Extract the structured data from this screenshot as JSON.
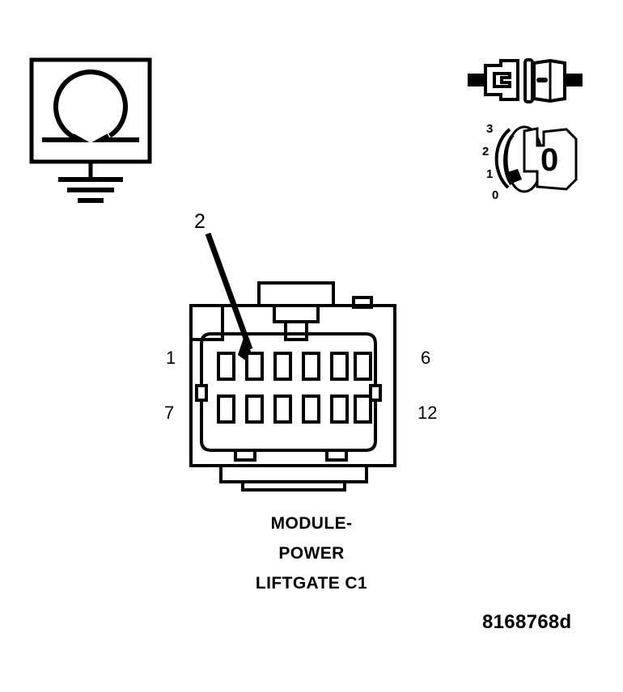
{
  "figure": {
    "id_label": "8168768d",
    "caption_lines": [
      "MODULE-",
      "POWER",
      "LIFTGATE C1"
    ],
    "stroke_color": "#000000",
    "background_color": "#ffffff"
  },
  "ohmmeter": {
    "icon_name": "ohmmeter-icon",
    "symbol": "Ω",
    "description_ground": "chassis-ground"
  },
  "connector_pair": {
    "icon_name": "disconnect-connector-icon",
    "halves": [
      "male-half",
      "female-half"
    ]
  },
  "ignition_key": {
    "icon_name": "ignition-key-icon",
    "positions": [
      "3",
      "2",
      "1",
      "0"
    ],
    "selected_position": "0",
    "key_face_glyph": "0"
  },
  "callout": {
    "number": "2",
    "target": "cavity-2-top-row"
  },
  "connector": {
    "name": "MODULE-POWER LIFTGATE C1",
    "cavity_count": 12,
    "rows": 2,
    "columns": 6,
    "pin_labels": {
      "top_left": "1",
      "top_right": "6",
      "bottom_left": "7",
      "bottom_right": "12"
    }
  }
}
